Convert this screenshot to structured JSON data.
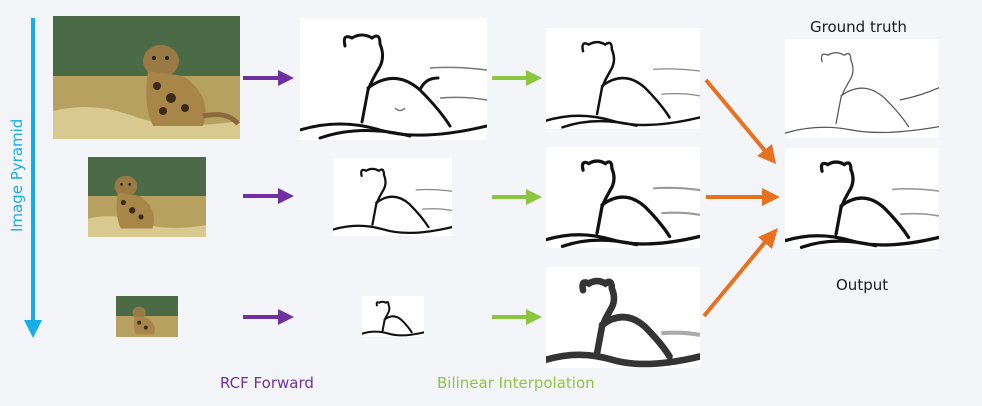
{
  "labels": {
    "image_pyramid": "Image Pyramid",
    "rcf_forward": "RCF Forward",
    "bilinear_interpolation": "Bilinear Interpolation",
    "ground_truth": "Ground truth",
    "output": "Output"
  },
  "colors": {
    "pyramid_arrow": "#17aee8",
    "rcf_arrow": "#7030a0",
    "bilinear_arrow": "#8cc63f",
    "fusion_arrow": "#e8711f",
    "label_text": "#1a1a1a"
  },
  "icons": [
    "leopard-photo",
    "edge-map",
    "arrow"
  ]
}
